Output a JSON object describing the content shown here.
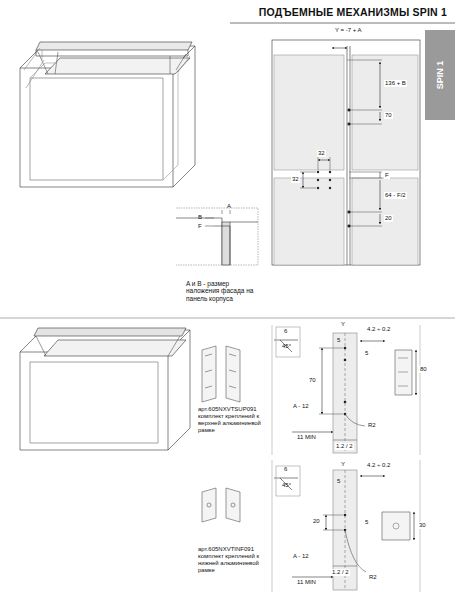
{
  "diagram": {
    "title": "ПОДЪЕМНЫЕ МЕХАНИЗМЫ SPIN 1",
    "nodes": [
      {
        "text": [
          "SPIN 1"
        ]
      }
    ],
    "labels": [
      "A",
      "B",
      "F",
      "A и B - размер наложения фасада на панель корпуса",
      "Y = -7 + A",
      "136 + B",
      "70",
      "32",
      "32",
      "F",
      "64 - F/2",
      "20",
      "арт.605NXVTSUP091 комплект креплений к верхней алюминиевой рамке",
      "6",
      "45°",
      "Y",
      "5",
      "4.2 ÷ 0.2",
      "70",
      "5",
      "80",
      "A - 12",
      "R2",
      "11 MIN",
      "1.2 / 2",
      "арт.605NXVTINF091 комплект креплений к нижней алюминиевой рамке",
      "6",
      "45°",
      "5",
      "Y",
      "4.2 ÷ 0.2",
      "20",
      "5",
      "30",
      "A - 12",
      "1.2 / 2",
      "R2",
      "11 MIN"
    ]
  }
}
